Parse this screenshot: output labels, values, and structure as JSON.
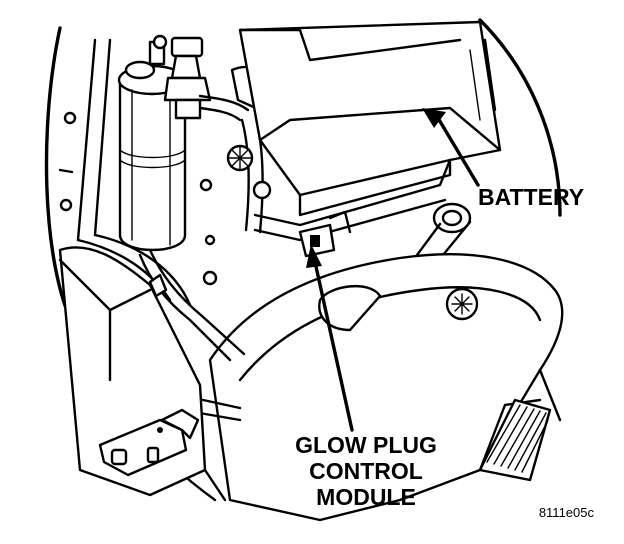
{
  "callouts": {
    "battery": "BATTERY",
    "glow_plug_line1": "GLOW PLUG",
    "glow_plug_line2": "CONTROL",
    "glow_plug_line3": "MODULE"
  },
  "figure_code": "8111e05c",
  "colors": {
    "ink": "#000000",
    "paper": "#ffffff"
  }
}
